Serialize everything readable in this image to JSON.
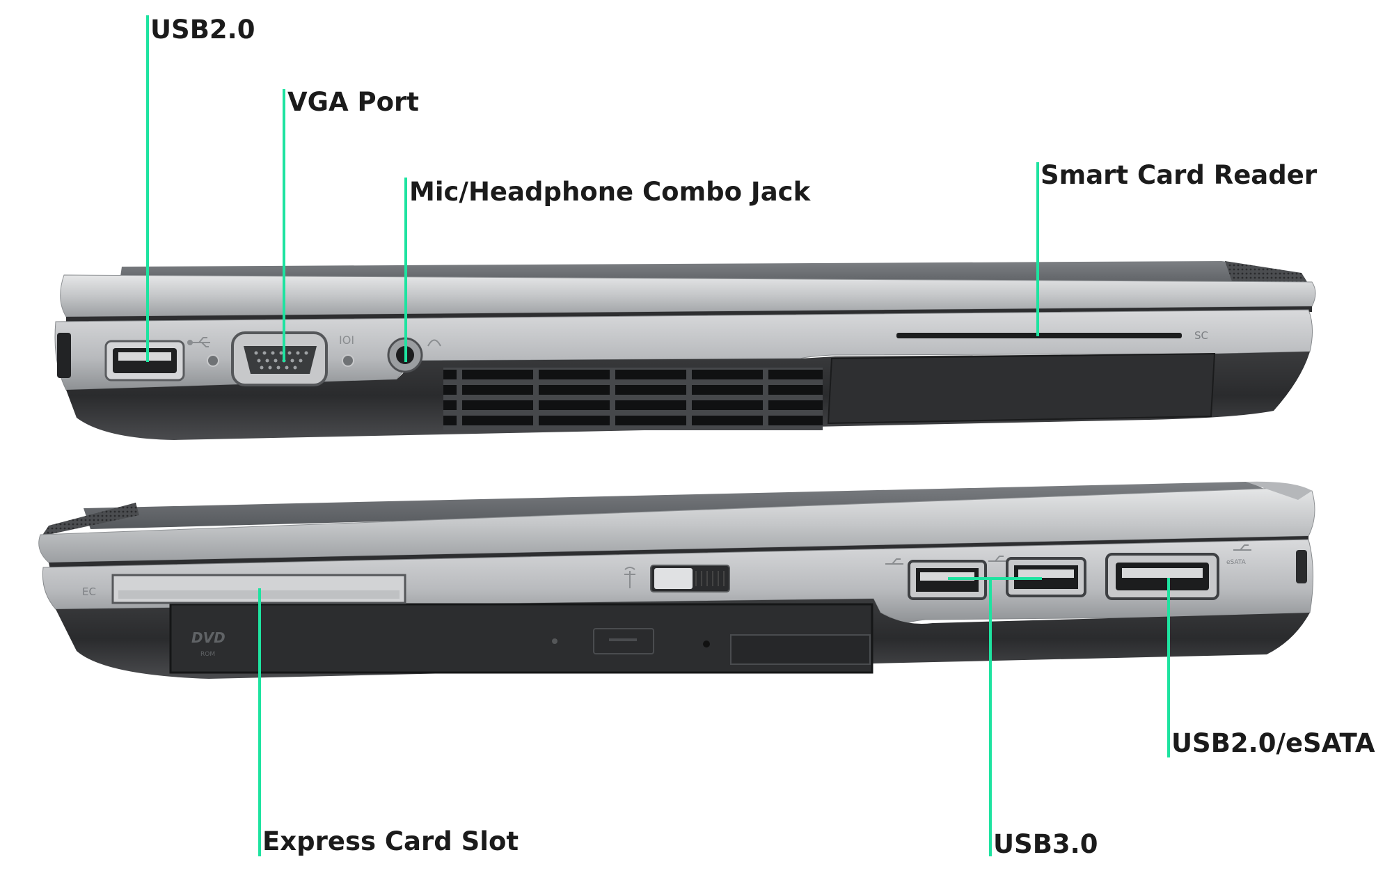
{
  "callouts": {
    "usb2": "USB2.0",
    "vga": "VGA Port",
    "mic": "Mic/Headphone Combo Jack",
    "smartcard": "Smart Card Reader",
    "express": "Express Card Slot",
    "usb3": "USB3.0",
    "esata": "USB2.0/eSATA"
  },
  "port_icons": {
    "usb": "usb-icon",
    "vga": "monitor-ioi-icon",
    "audio": "headphone-icon",
    "wireless": "wireless-antenna-icon",
    "esata": "esata-icon"
  },
  "device_markings": {
    "sc": "SC",
    "ec": "EC",
    "dvd": "DVD",
    "rom": "ROM",
    "esata_small": "eSATA",
    "ioi": "IOI"
  },
  "colors": {
    "leader": "#1ee3a0",
    "label": "#1b1b1b"
  }
}
